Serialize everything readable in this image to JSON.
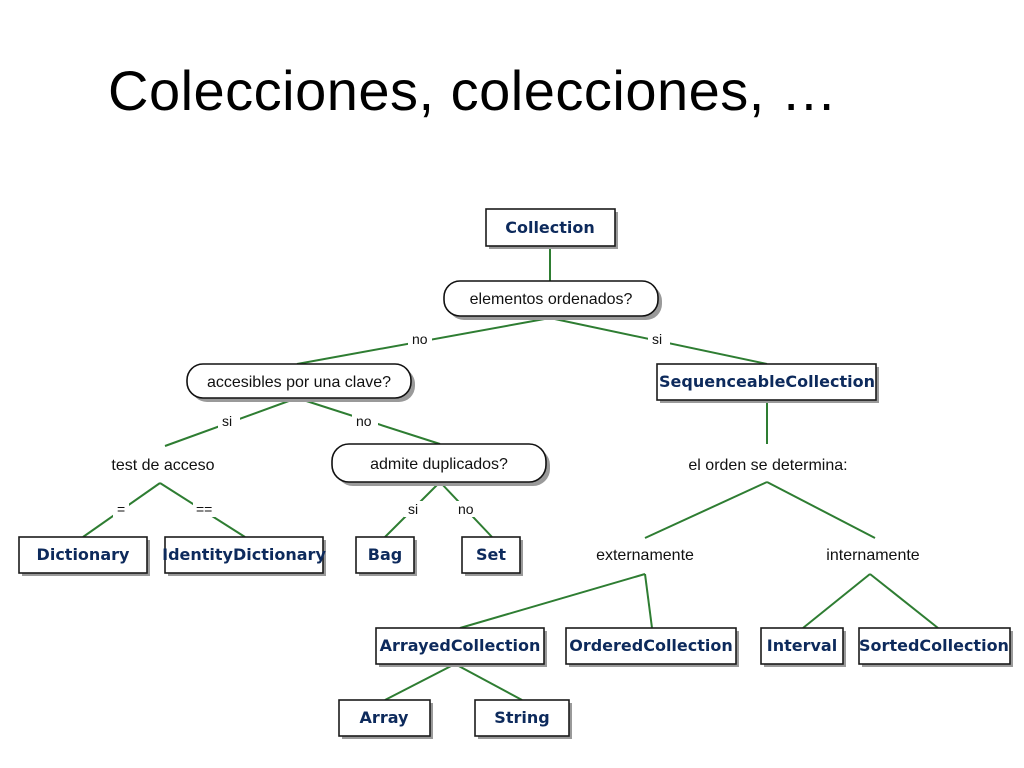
{
  "title": "Colecciones, colecciones, …",
  "nodes": {
    "collection": "Collection",
    "q_ordered": "elementos ordenados?",
    "q_key": "accesibles por una clave?",
    "sequenceable": "SequenceableCollection",
    "test_acceso": "test de acceso",
    "q_dup": "admite duplicados?",
    "q_order": "el orden se determina:",
    "dictionary": "Dictionary",
    "identity_dictionary": "IdentityDictionary",
    "bag": "Bag",
    "set": "Set",
    "externamente": "externamente",
    "internamente": "internamente",
    "arrayed": "ArrayedCollection",
    "ordered": "OrderedCollection",
    "interval": "Interval",
    "sorted": "SortedCollection",
    "array": "Array",
    "string": "String"
  },
  "edge_labels": {
    "no_1": "no",
    "si_1": "si",
    "si_2": "si",
    "no_2": "no",
    "eq": "=",
    "eqeq": "==",
    "si_3": "si",
    "no_3": "no"
  },
  "colors": {
    "edge": "#2e7d32",
    "class_text": "#0d2a5c"
  }
}
